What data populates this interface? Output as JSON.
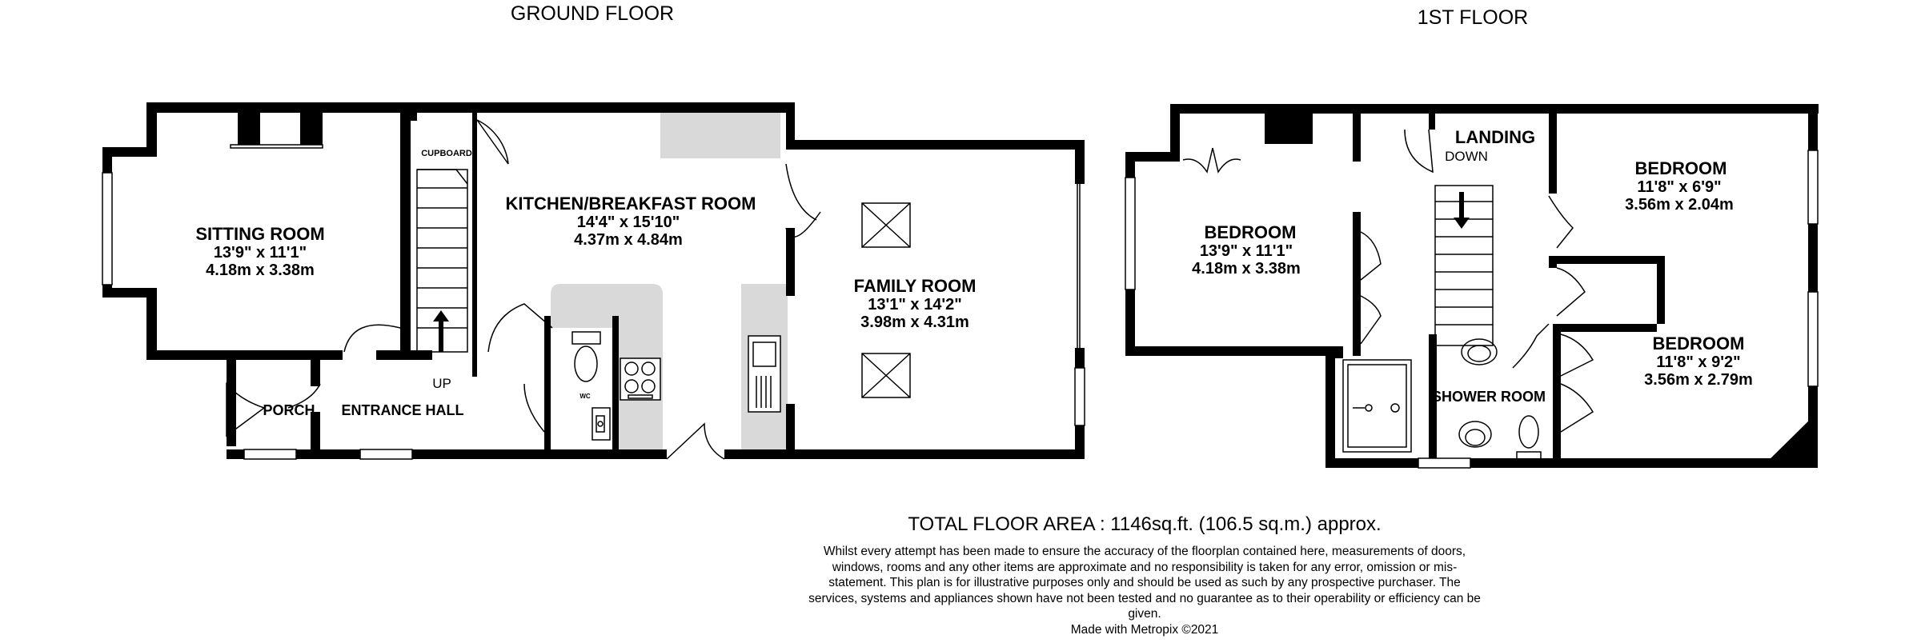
{
  "ground_floor": {
    "title": "GROUND FLOOR",
    "rooms": {
      "sitting_room": {
        "name": "SITTING ROOM",
        "imperial": "13'9\"  x 11'1\"",
        "metric": "4.18m  x 3.38m"
      },
      "kitchen": {
        "name": "KITCHEN/BREAKFAST ROOM",
        "imperial": "14'4\"  x 15'10\"",
        "metric": "4.37m  x 4.84m"
      },
      "family_room": {
        "name": "FAMILY ROOM",
        "imperial": "13'1\"  x 14'2\"",
        "metric": "3.98m  x 4.31m"
      }
    },
    "labels": {
      "cupboard": "CUPBOARD",
      "porch": "PORCH",
      "entrance_hall": "ENTRANCE HALL",
      "up": "UP",
      "wc": "WC"
    }
  },
  "first_floor": {
    "title": "1ST FLOOR",
    "rooms": {
      "bedroom_1": {
        "name": "BEDROOM",
        "imperial": "13'9\"  x 11'1\"",
        "metric": "4.18m  x 3.38m"
      },
      "bedroom_2": {
        "name": "BEDROOM",
        "imperial": "11'8\"  x 6'9\"",
        "metric": "3.56m  x 2.04m"
      },
      "bedroom_3": {
        "name": "BEDROOM",
        "imperial": "11'8\"  x 9'2\"",
        "metric": "3.56m  x 2.79m"
      }
    },
    "labels": {
      "landing": "LANDING",
      "down": "DOWN",
      "shower_room": "SHOWER ROOM"
    }
  },
  "footer": {
    "total_area": "TOTAL FLOOR AREA : 1146sq.ft. (106.5 sq.m.) approx.",
    "disclaimer": "Whilst every attempt has been made to ensure the accuracy of the floorplan contained here, measurements of doors, windows, rooms and any other items are approximate and no responsibility is taken for any error, omission or mis-statement. This plan is for illustrative purposes only and should be used as such by any prospective purchaser. The services, systems and appliances shown have not been tested and no guarantee as to their operability or efficiency can be given.",
    "made_with": "Made with Metropix ©2021"
  },
  "colors": {
    "wall": "#000000",
    "fixtures": "#d9d9d9",
    "background": "#ffffff"
  }
}
